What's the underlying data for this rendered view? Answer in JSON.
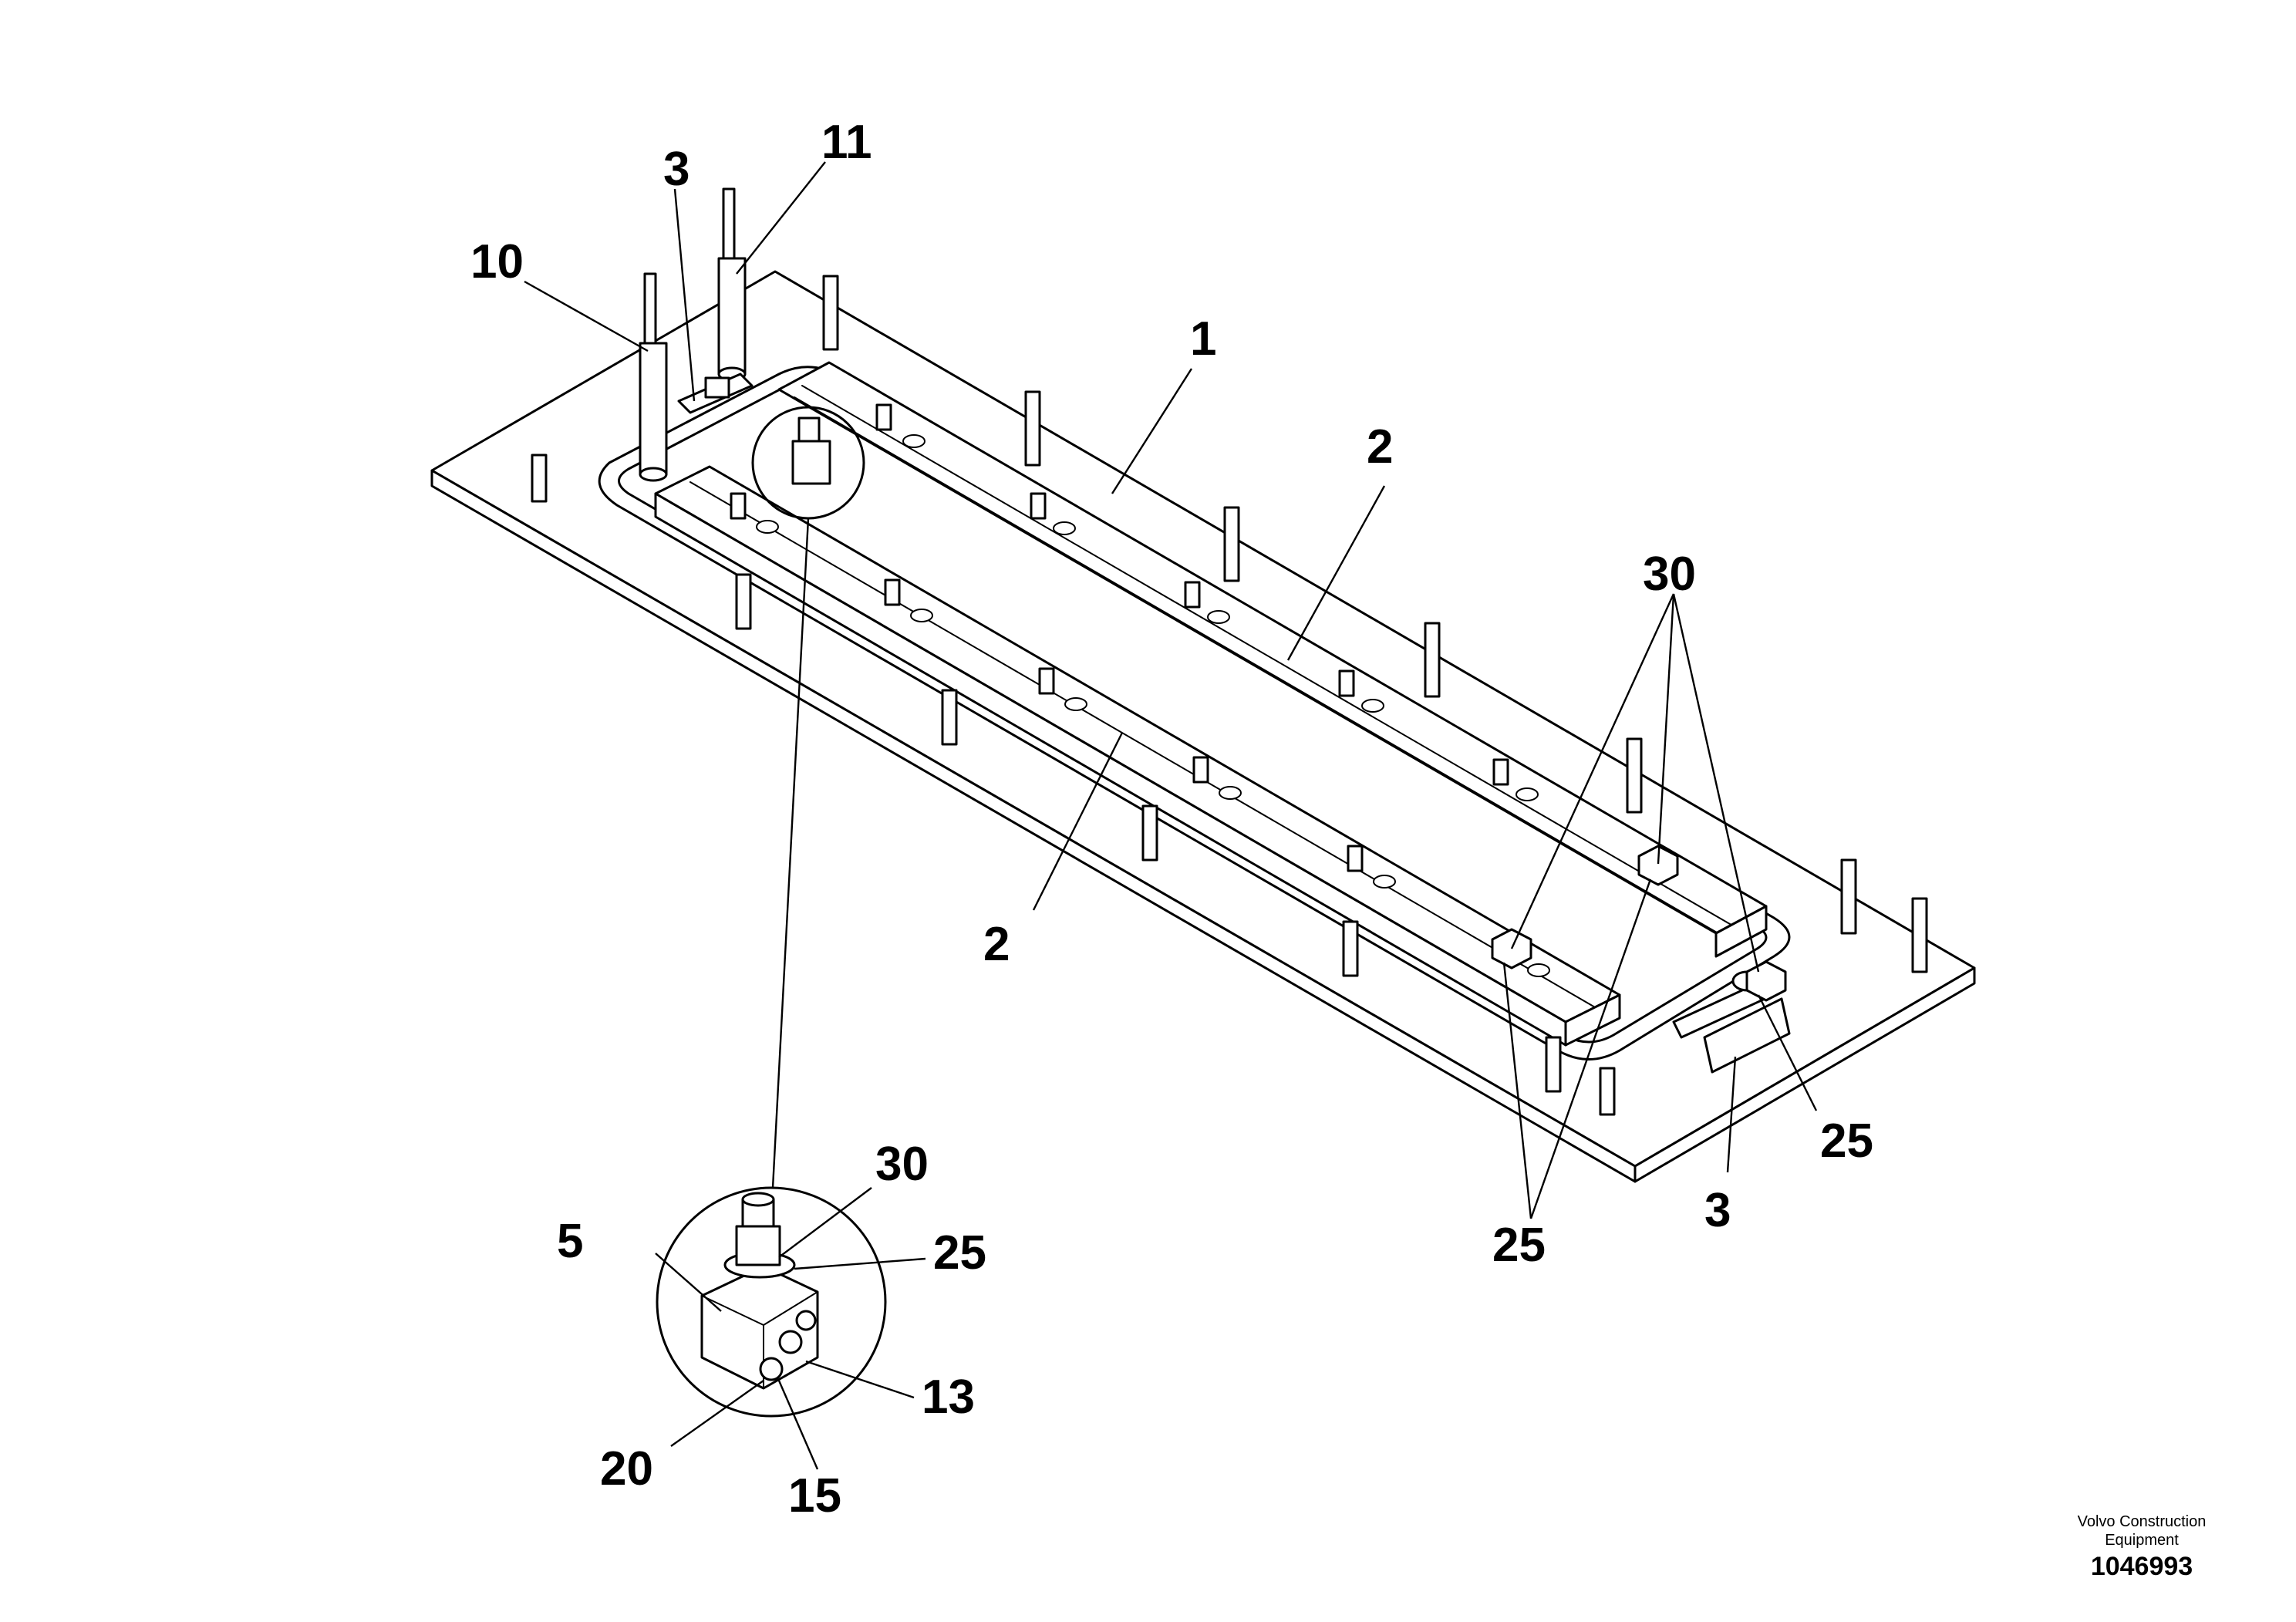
{
  "callouts": {
    "c1": "1",
    "c2a": "2",
    "c2b": "2",
    "c3a": "3",
    "c3b": "3",
    "c5": "5",
    "c10": "10",
    "c11": "11",
    "c13": "13",
    "c15": "15",
    "c20": "20",
    "c25a": "25",
    "c25b": "25",
    "c25c": "25",
    "c30a": "30",
    "c30b": "30"
  },
  "caption": {
    "company_line1": "Volvo Construction",
    "company_line2": "Equipment",
    "document_number": "1046993"
  }
}
